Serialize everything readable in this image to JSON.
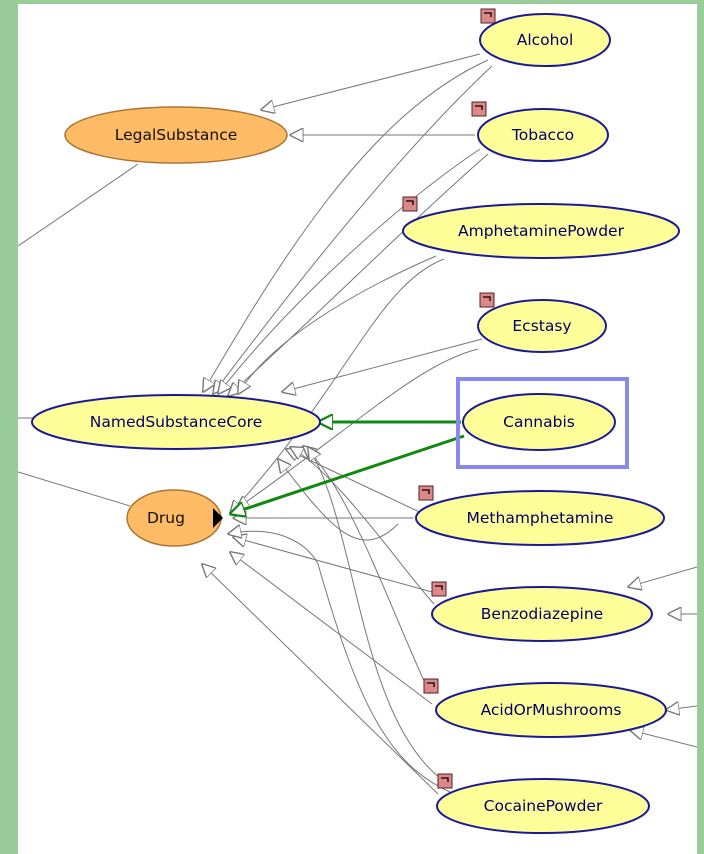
{
  "diagram": {
    "nodes": {
      "alcohol": "Alcohol",
      "tobacco": "Tobacco",
      "legal_substance": "LegalSubstance",
      "amphetamine_powder": "AmphetaminePowder",
      "ecstasy": "Ecstasy",
      "named_substance_core": "NamedSubstanceCore",
      "cannabis": "Cannabis",
      "drug": "Drug",
      "methamphetamine": "Methamphetamine",
      "benzodiazepine": "Benzodiazepine",
      "acid_or_mushrooms": "AcidOrMushrooms",
      "cocaine_powder": "CocainePowder"
    },
    "colors": {
      "class_fill": "#ffff99",
      "class_stroke": "#1a1a99",
      "class_text": "#000066",
      "parent_fill": "#ffbb66",
      "parent_stroke": "#aa7733",
      "edge": "#777777",
      "highlight_edge": "#118811",
      "selection": "#8888ee",
      "badge": "#dd8888"
    }
  }
}
